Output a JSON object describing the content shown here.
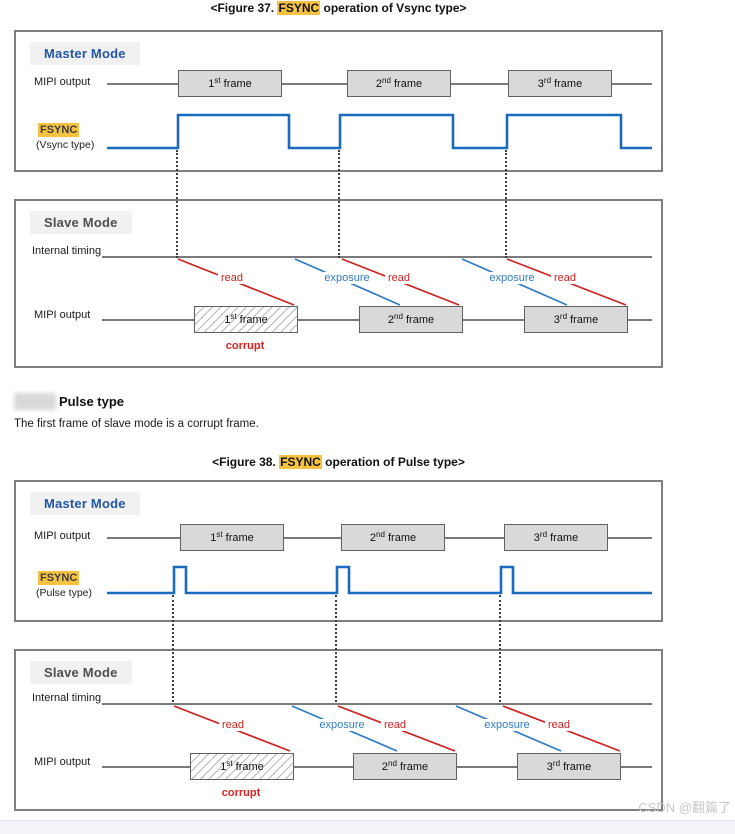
{
  "colors": {
    "wave_blue": "#1a6ac0",
    "fsync_highlight_gold": "#f6c242",
    "master_label_blue": "#2356a6",
    "slave_label_gray": "#4f4f4f",
    "read_red": "#cc2222",
    "exposure_blue": "#2f7cc5",
    "corrupt_red": "#e02020",
    "frame_fill_gray": "#d9d9d9",
    "line_gray": "#7a7a7a"
  },
  "watermark": "CSDN @翻篇了",
  "section": {
    "heading": "Pulse type",
    "body": "The first frame of slave mode is a corrupt frame."
  },
  "figures": [
    {
      "title_prefix": "<Figure 37. ",
      "title_highlight": "FSYNC",
      "title_suffix": " operation of Vsync type>",
      "master": {
        "label": "Master Mode",
        "row_label": "MIPI output",
        "fsync_name": "FSYNC",
        "fsync_type": "(Vsync type)",
        "frames": [
          {
            "ord": "1",
            "sup": "st",
            "rest": " frame"
          },
          {
            "ord": "2",
            "sup": "nd",
            "rest": " frame"
          },
          {
            "ord": "3",
            "sup": "rd",
            "rest": " frame"
          }
        ]
      },
      "slave": {
        "label": "Slave Mode",
        "timing_label": "Internal timing",
        "row_label": "MIPI output",
        "diag_labels": [
          "read",
          "exposure",
          "read",
          "exposure",
          "read"
        ],
        "corrupt_label": "corrupt",
        "frames": [
          {
            "ord": "1",
            "sup": "st",
            "rest": " frame"
          },
          {
            "ord": "2",
            "sup": "nd",
            "rest": " frame"
          },
          {
            "ord": "3",
            "sup": "rd",
            "rest": " frame"
          }
        ]
      }
    },
    {
      "title_prefix": "<Figure 38. ",
      "title_highlight": "FSYNC",
      "title_suffix": " operation of Pulse type>",
      "master": {
        "label": "Master Mode",
        "row_label": "MIPI output",
        "fsync_name": "FSYNC",
        "fsync_type": "(Pulse type)",
        "frames": [
          {
            "ord": "1",
            "sup": "st",
            "rest": " frame"
          },
          {
            "ord": "2",
            "sup": "nd",
            "rest": " frame"
          },
          {
            "ord": "3",
            "sup": "rd",
            "rest": " frame"
          }
        ]
      },
      "slave": {
        "label": "Slave Mode",
        "timing_label": "Internal timing",
        "row_label": "MIPI output",
        "diag_labels": [
          "read",
          "exposure",
          "read",
          "exposure",
          "read"
        ],
        "corrupt_label": "corrupt",
        "frames": [
          {
            "ord": "1",
            "sup": "st",
            "rest": " frame"
          },
          {
            "ord": "2",
            "sup": "nd",
            "rest": " frame"
          },
          {
            "ord": "3",
            "sup": "rd",
            "rest": " frame"
          }
        ]
      }
    }
  ]
}
